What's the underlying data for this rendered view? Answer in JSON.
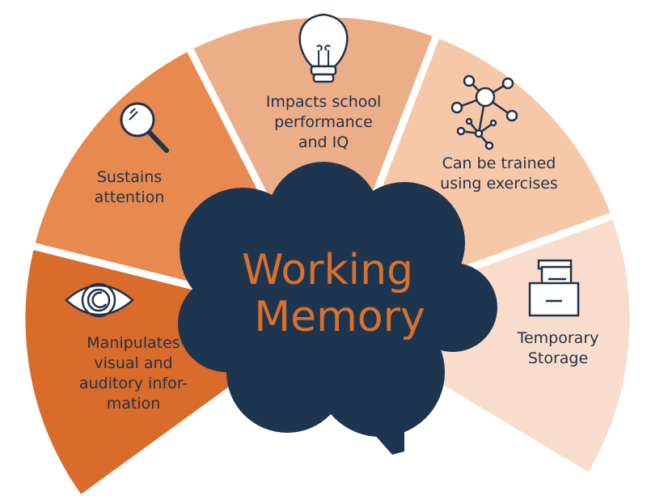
{
  "center": {
    "line1": "Working",
    "line2": "Memory"
  },
  "segments": [
    {
      "id": "manipulates",
      "icon": "eye-icon",
      "lines": [
        "Manipulates",
        "visual and",
        "auditory infor-",
        "mation"
      ],
      "color": "#d96b2b"
    },
    {
      "id": "sustains",
      "icon": "magnifier-icon",
      "lines": [
        "Sustains",
        "attention"
      ],
      "color": "#e8894f"
    },
    {
      "id": "impacts",
      "icon": "lightbulb-icon",
      "lines": [
        "Impacts school",
        "performance",
        "and IQ"
      ],
      "color": "#ebae88"
    },
    {
      "id": "trained",
      "icon": "network-icon",
      "lines": [
        "Can be trained",
        "using exercises"
      ],
      "color": "#f7c8a8"
    },
    {
      "id": "storage",
      "icon": "file-box-icon",
      "lines": [
        "Temporary",
        "Storage"
      ],
      "color": "#f9ddcc"
    }
  ],
  "colors": {
    "brain": "#1e3550",
    "title": "#d9712d",
    "text": "#22324a"
  }
}
